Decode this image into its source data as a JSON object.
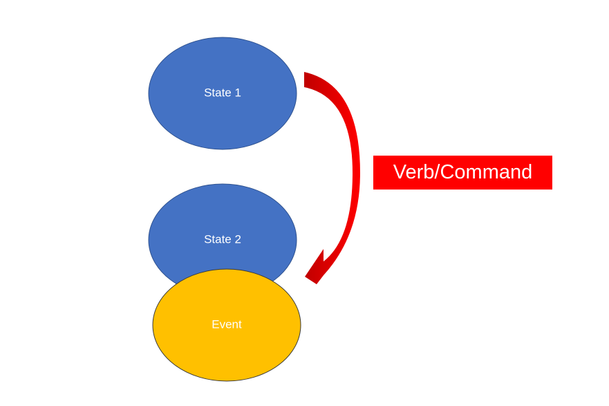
{
  "nodes": {
    "state1": {
      "label": "State 1",
      "color": "#4472C4"
    },
    "state2": {
      "label": "State 2",
      "color": "#4472C4"
    },
    "event": {
      "label": "Event",
      "color": "#FFC000"
    }
  },
  "command": {
    "label": "Verb/Command",
    "color": "#FF0000"
  },
  "arrow": {
    "color": "#FF0000",
    "shade": "#C00000"
  },
  "outline_color": "#2F528F",
  "event_outline_color": "#3A3A3A"
}
